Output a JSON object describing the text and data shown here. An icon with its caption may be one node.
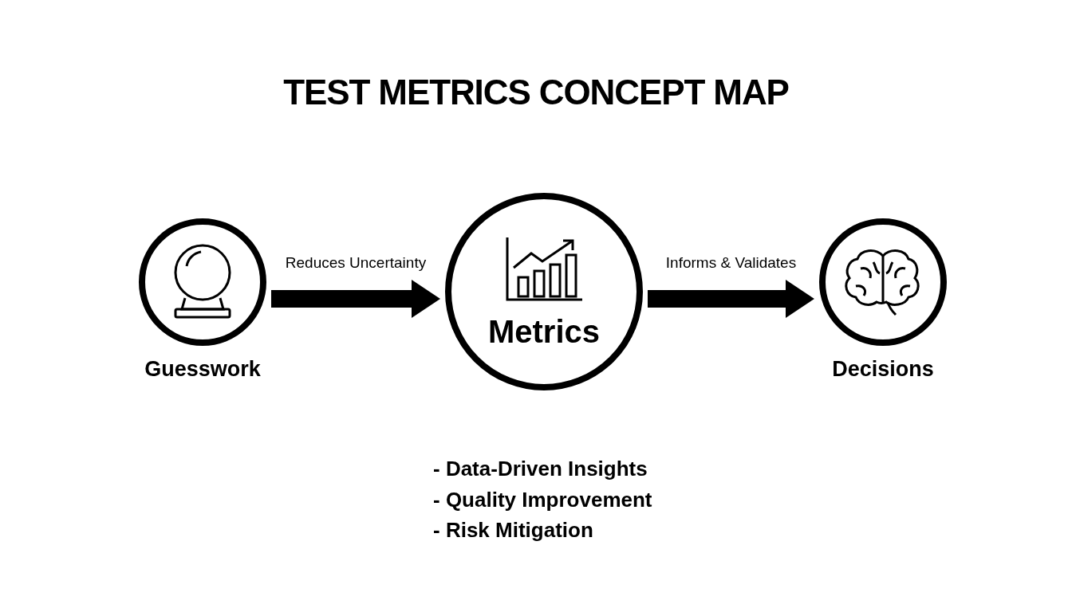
{
  "diagram": {
    "title": "TEST METRICS CONCEPT MAP",
    "nodes": [
      {
        "text": [
          "Guesswork"
        ]
      },
      {
        "text": [
          "Metrics"
        ]
      },
      {
        "text": [
          "Decisions"
        ]
      }
    ],
    "edges": [
      {
        "from": 0,
        "to": 1,
        "arrow": "to",
        "label": "Reduces Uncertainty"
      },
      {
        "from": 1,
        "to": 2,
        "arrow": "to",
        "label": "Informs & Validates"
      }
    ],
    "labels": [
      "- Data-Driven Insights",
      "- Quality Improvement",
      "- Risk Mitigation"
    ]
  }
}
